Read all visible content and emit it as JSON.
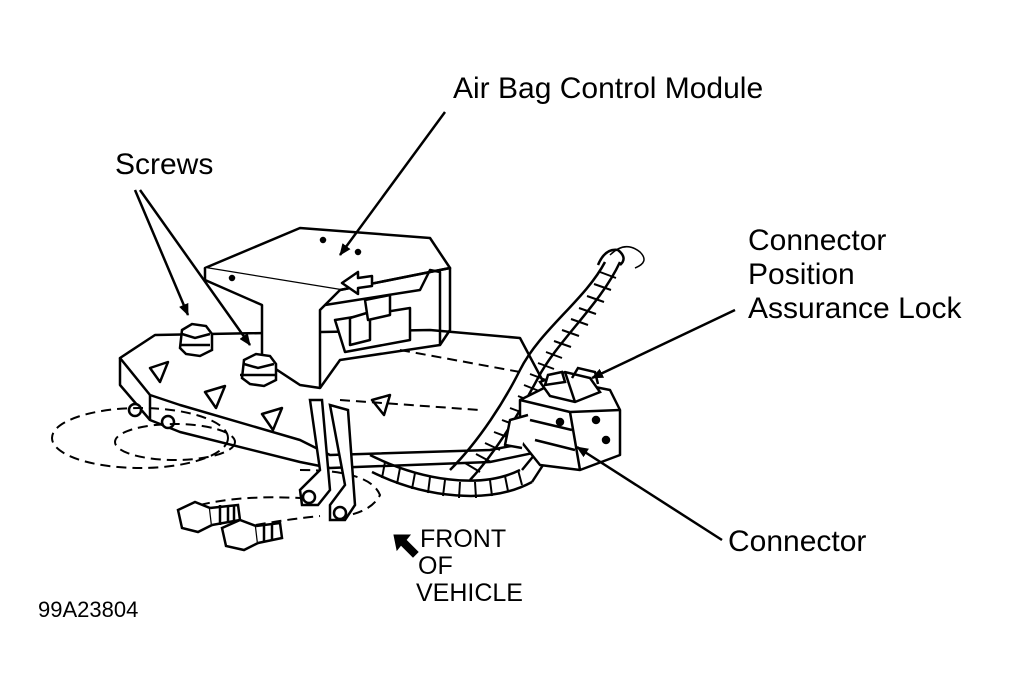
{
  "labels": {
    "airbag_module": "Air Bag Control Module",
    "screws": "Screws",
    "cpa_lock_line1": "Connector",
    "cpa_lock_line2": "Position",
    "cpa_lock_line3": "Assurance Lock",
    "connector": "Connector",
    "front_line1": "FRONT",
    "front_line2": "OF",
    "front_line3": "VEHICLE",
    "figure_id": "99A23804"
  }
}
